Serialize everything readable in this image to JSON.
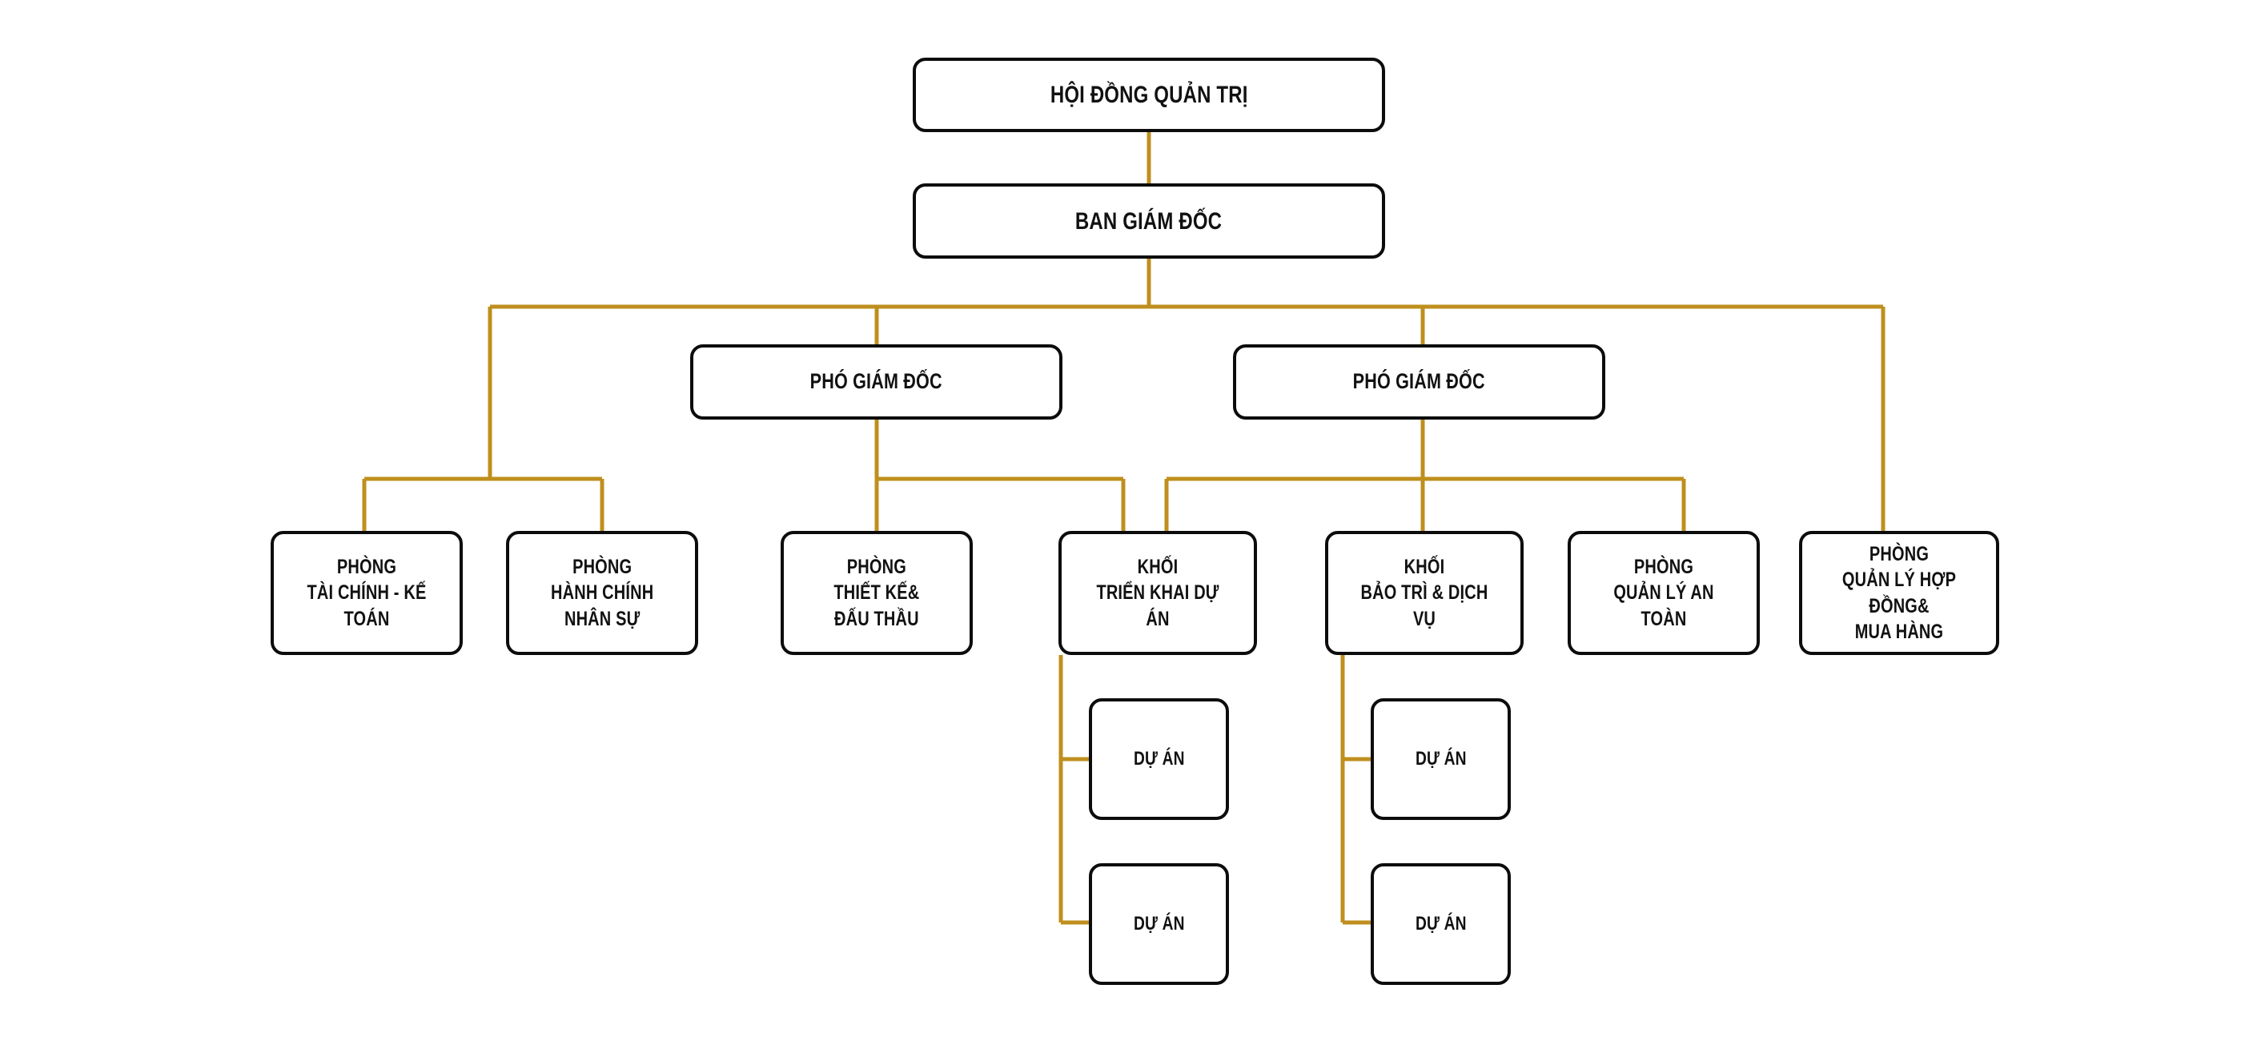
{
  "diagram": {
    "title": "So do to chuc",
    "colors": {
      "connector": "#bf8f1e",
      "node_border": "#0c0c0c",
      "node_fill": "#ffffff",
      "text": "#111111",
      "background": "#ffffff"
    },
    "nodes": {
      "board": {
        "label": "HỘI ĐỒNG QUẢN TRỊ"
      },
      "directors": {
        "label": "BAN GIÁM ĐỐC"
      },
      "deputy_left": {
        "label": "PHÓ GIÁM ĐỐC"
      },
      "deputy_right": {
        "label": "PHÓ GIÁM ĐỐC"
      },
      "finance": {
        "label": "PHÒNG\nTÀI CHÍNH - KẾ TOÁN"
      },
      "hr": {
        "label": "PHÒNG\nHÀNH CHÍNH\nNHÂN SỰ"
      },
      "design": {
        "label": "PHÒNG\nTHIẾT KẾ&\nĐẤU THẦU"
      },
      "project_div": {
        "label": "KHỐI\nTRIỂN KHAI DỰ ÁN"
      },
      "maintenance_div": {
        "label": "KHỐI\nBẢO TRÌ & DỊCH VỤ"
      },
      "safety": {
        "label": "PHÒNG\nQUẢN LÝ AN TOÀN"
      },
      "contracts": {
        "label": "PHÒNG\nQUẢN LÝ HỢP ĐỒNG&\nMUA HÀNG"
      },
      "project_a1": {
        "label": "DỰ ÁN"
      },
      "project_a2": {
        "label": "DỰ ÁN"
      },
      "project_b1": {
        "label": "DỰ ÁN"
      },
      "project_b2": {
        "label": "DỰ ÁN"
      }
    }
  }
}
